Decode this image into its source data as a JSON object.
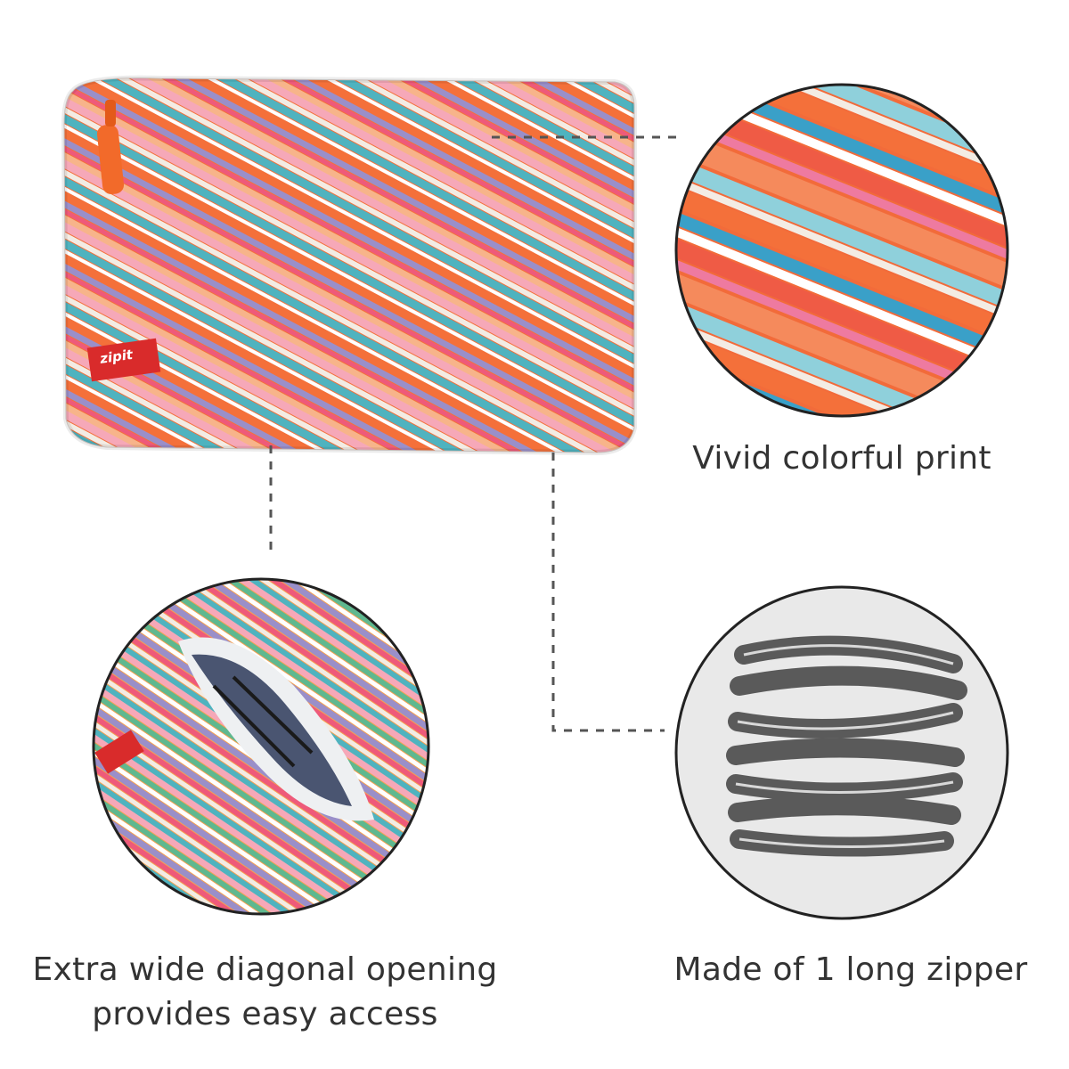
{
  "brand": {
    "label": "zipit",
    "tag_color": "#d92b2b"
  },
  "palette": {
    "orange": "#f4703a",
    "pink": "#f6a8b8",
    "teal": "#4fb3bf",
    "lilac": "#9a8fc9",
    "cream": "#f3ece4",
    "gray_zipper": "#5a5a5a",
    "circle_bg": "#e9e9e9"
  },
  "icons": {
    "pouch": "zipper-pouch-image",
    "print_closeup": "zipper-print-closeup-image",
    "opening": "diagonal-opening-image",
    "zipper_coil": "long-zipper-coil-image"
  },
  "captions": {
    "vivid": "Vivid colorful print",
    "opening_line1": "Extra wide diagonal opening",
    "opening_line2": "provides easy access",
    "zipper": "Made of 1 long zipper"
  }
}
